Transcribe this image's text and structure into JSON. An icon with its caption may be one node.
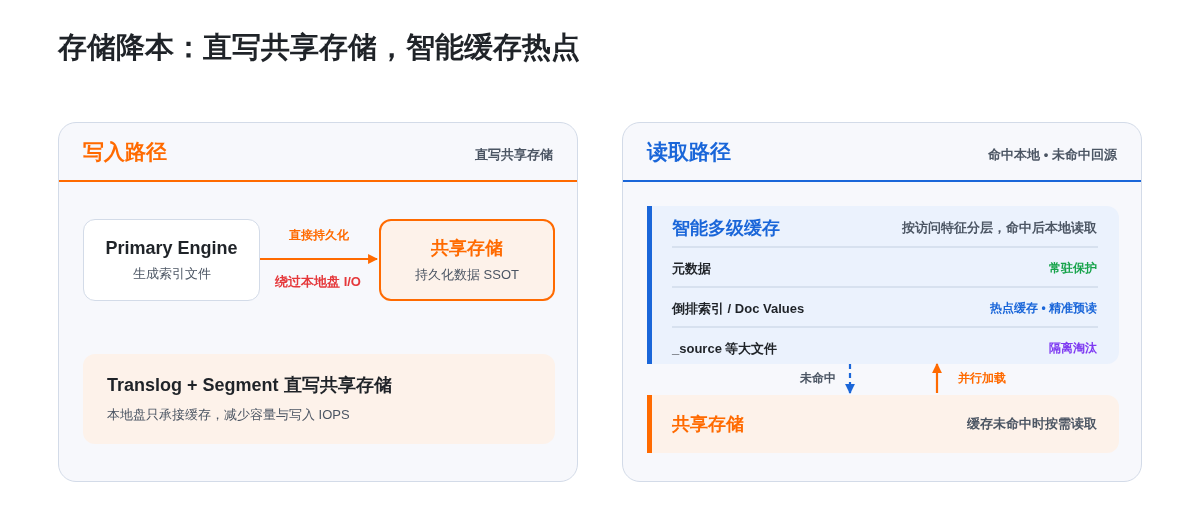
{
  "diagram": {
    "title": "存储降本：直写共享存储，智能缓存热点",
    "nodes": [
      {
        "text": [
          "写入路径",
          "直写共享存储"
        ]
      },
      {
        "text": [
          "Primary Engine",
          "生成索引文件"
        ],
        "in": 0
      },
      {
        "text": [
          "共享存储",
          "持久化数据 SSOT"
        ],
        "in": 0
      },
      {
        "text": [
          "Translog + Segment 直写共享存储",
          "本地盘只承接缓存，减少容量与写入 IOPS"
        ],
        "in": 0
      },
      {
        "text": [
          "读取路径",
          "命中本地 • 未命中回源"
        ]
      },
      {
        "text": [
          "智能多级缓存",
          "按访问特征分层，命中后本地读取"
        ],
        "in": 4
      },
      {
        "text": [
          "共享存储",
          "缓存未命中时按需读取"
        ],
        "in": 4
      }
    ],
    "edges": [
      {
        "from": 1,
        "to": 2,
        "arrow": "to",
        "label": "直接持久化"
      },
      {
        "from": 5,
        "to": 6,
        "arrow": "to",
        "label": "未命中",
        "style": "dashed",
        "color": "#1a66d9"
      },
      {
        "from": 6,
        "to": 5,
        "arrow": "to",
        "label": "并行加载"
      }
    ],
    "labels": [
      "绕过本地盘 I/O",
      "元数据",
      "常驻保护",
      "倒排索引 / Doc Values",
      "热点缓存 • 精准预读",
      "_source 等大文件",
      "隔离淘汰"
    ]
  }
}
